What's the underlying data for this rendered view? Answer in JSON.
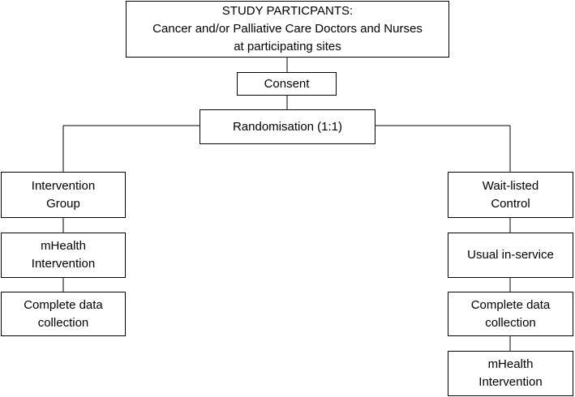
{
  "colors": {
    "line": "#000000",
    "box_border": "#000000",
    "box_fill": "#ffffff",
    "text": "#000000"
  },
  "participants": {
    "line1": "STUDY PARTICPANTS:",
    "line2": "Cancer and/or Palliative Care Doctors and Nurses",
    "line3": "at participating sites"
  },
  "consent": "Consent",
  "randomisation": "Randomisation (1:1)",
  "intervention_arm": {
    "group": [
      "Intervention",
      "Group"
    ],
    "mhealth": [
      "mHealth",
      "Intervention"
    ],
    "data_collection": [
      "Complete data",
      "collection"
    ]
  },
  "control_arm": {
    "group": [
      "Wait-listed",
      "Control"
    ],
    "usual": "Usual in-service",
    "data_collection": [
      "Complete data",
      "collection"
    ],
    "mhealth": [
      "mHealth",
      "Intervention"
    ]
  }
}
